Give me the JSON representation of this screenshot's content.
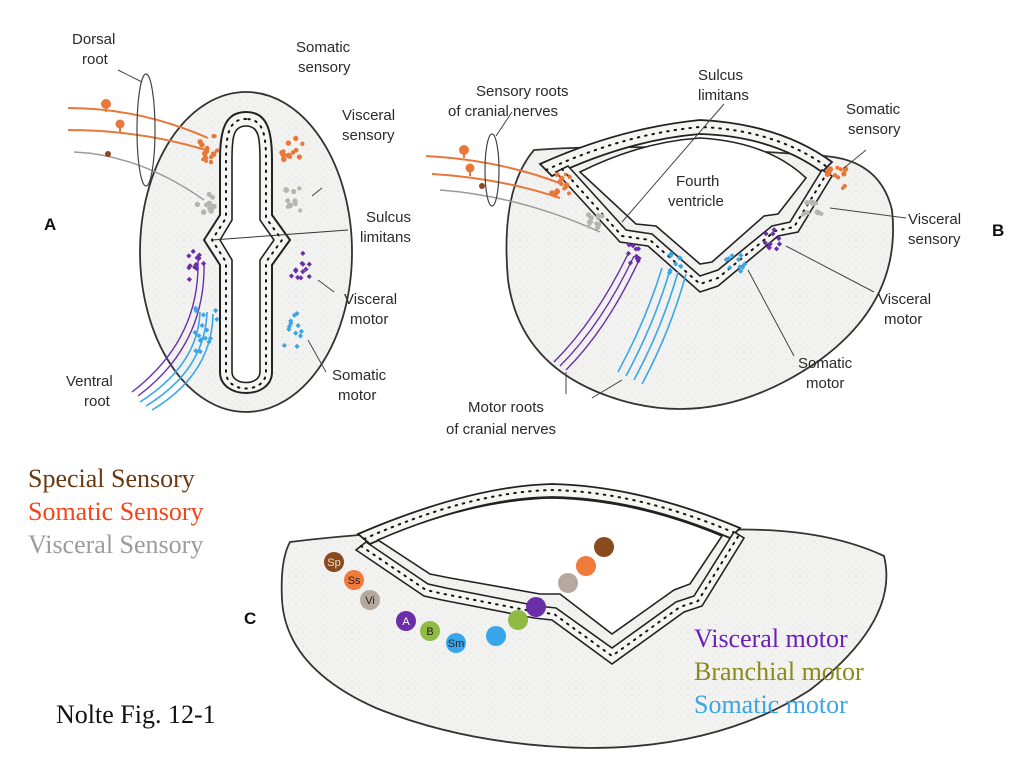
{
  "panels": {
    "a": {
      "letter": "A",
      "dorsal_root": [
        "Dorsal",
        "root"
      ],
      "somatic_sensory": [
        "Somatic",
        "sensory"
      ],
      "visceral_sensory": [
        "Visceral",
        "sensory"
      ],
      "sulcus_limitans": [
        "Sulcus",
        "limitans"
      ],
      "visceral_motor": [
        "Visceral",
        "motor"
      ],
      "somatic_motor": [
        "Somatic",
        "motor"
      ],
      "ventral_root": [
        "Ventral",
        "root"
      ]
    },
    "b": {
      "letter": "B",
      "sensory_roots": [
        "Sensory roots",
        "of cranial nerves"
      ],
      "sulcus_limitans": [
        "Sulcus",
        "limitans"
      ],
      "fourth_ventricle": [
        "Fourth",
        "ventricle"
      ],
      "somatic_sensory": [
        "Somatic",
        "sensory"
      ],
      "visceral_sensory": [
        "Visceral",
        "sensory"
      ],
      "visceral_motor": [
        "Visceral",
        "motor"
      ],
      "somatic_motor": [
        "Somatic",
        "motor"
      ],
      "motor_roots": [
        "Motor roots",
        "of cranial nerves"
      ]
    },
    "c": {
      "letter": "C",
      "circles": {
        "sp": "Sp",
        "ss": "Ss",
        "vi": "Vi",
        "a": "A",
        "b": "B",
        "sm": "Sm"
      }
    }
  },
  "legend_sensory": [
    {
      "text": "Special Sensory",
      "color": "#6b3a13"
    },
    {
      "text": "Somatic Sensory",
      "color": "#f2461a"
    },
    {
      "text": "Visceral Sensory",
      "color": "#9c9c9c"
    }
  ],
  "legend_motor": [
    {
      "text": "Visceral motor",
      "color": "#6a1fb8"
    },
    {
      "text": "Branchial motor",
      "color": "#8a8a1a"
    },
    {
      "text": "Somatic motor",
      "color": "#3ba5e6"
    }
  ],
  "colors": {
    "special_sensory": "#8a4a1e",
    "somatic_sensory": "#f07a3a",
    "visceral_sensory": "#b5a99e",
    "visceral_motor": "#6a2fa8",
    "branchial_motor": "#8fba44",
    "somatic_motor": "#3aa6ea"
  },
  "caption": "Nolte Fig. 12-1"
}
